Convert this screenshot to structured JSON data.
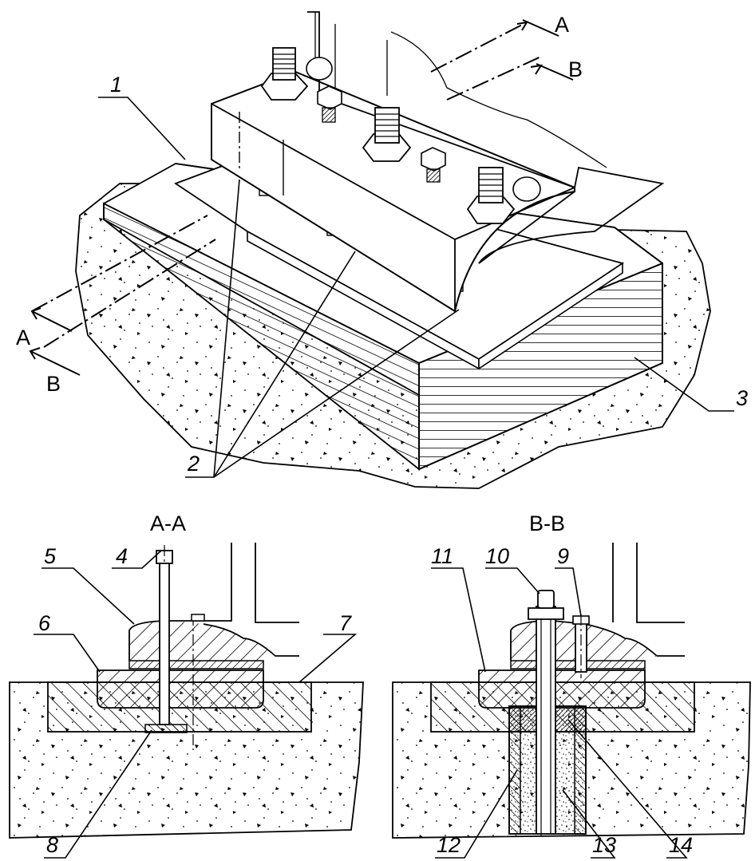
{
  "top_view": {
    "section_a_marker": "A",
    "section_b_marker": "B",
    "callouts": [
      "1",
      "2",
      "3"
    ]
  },
  "section_aa": {
    "title": "A-A",
    "callouts": [
      "4",
      "5",
      "6",
      "7",
      "8"
    ]
  },
  "section_bb": {
    "title": "B-B",
    "callouts": [
      "9",
      "10",
      "11",
      "12",
      "13",
      "14"
    ]
  },
  "colors": {
    "ink": "#000000",
    "paper": "#ffffff"
  }
}
